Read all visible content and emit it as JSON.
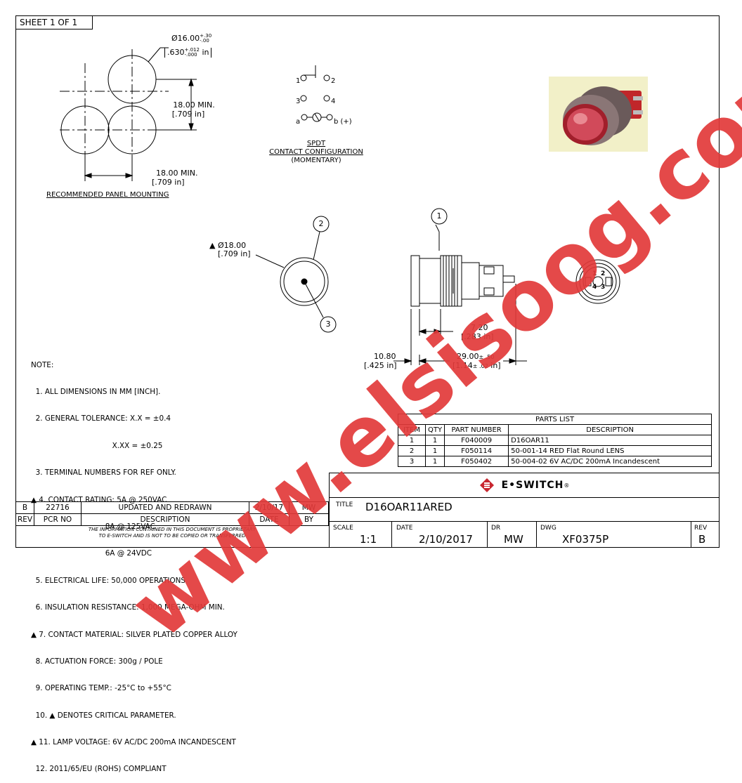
{
  "sheet": {
    "label": "SHEET 1 OF 1"
  },
  "panel_mounting": {
    "dia_main": "Ø16.00",
    "dia_tol_up": "+.30",
    "dia_tol_dn": "-.00",
    "dia_in": ".630",
    "dia_in_tol_up": "+.012",
    "dia_in_tol_dn": "-.000",
    "dia_in_unit": "in",
    "vert_mm": "18.00  MIN.",
    "vert_in": "[.709 in]",
    "horiz_mm": "18.00  MIN.",
    "horiz_in": "[.709 in]",
    "caption": "RECOMMENDED PANEL MOUNTING"
  },
  "contact": {
    "t1": "1",
    "t2": "2",
    "t3": "3",
    "t4": "4",
    "ta": "a",
    "tb": "b (+)",
    "title": "SPDT",
    "subtitle": "CONTACT CONFIGURATION",
    "note": "(MOMENTARY)"
  },
  "front_view": {
    "dia_mm": "▲  Ø18.00",
    "dia_in": "[.709 in]",
    "balloon_2": "2",
    "balloon_3": "3"
  },
  "side_view": {
    "balloon_1": "1",
    "dim_720": "7.20",
    "dim_720_in": "[.283 in]",
    "dim_1080": "10.80",
    "dim_1080_in": "[.425 in]",
    "dim_2900": "29.00",
    "dim_2900_tol": "± .50",
    "dim_2900_in": "[1.14",
    "dim_2900_in_tol": "± .02",
    "dim_2900_in_end": "in]"
  },
  "rear_view": {
    "n1": "1",
    "n2": "2",
    "n3": "3",
    "n4": "4"
  },
  "notes": [
    "NOTE:",
    "  1. ALL DIMENSIONS IN MM [INCH].",
    "  2. GENERAL TOLERANCE: X.X = ±0.4",
    "                                   X.XX = ±0.25",
    "  3. TERMINAL NUMBERS FOR REF ONLY.",
    "▲ 4. CONTACT RATING: 5A @ 250VAC",
    "                                8A @ 125VAC",
    "                                6A @ 24VDC",
    "  5. ELECTRICAL LIFE: 50,000 OPERATIONS",
    "  6. INSULATION RESISTANCE: 1,000 MEGA-OHM MIN.",
    "▲ 7. CONTACT MATERIAL: SILVER PLATED COPPER ALLOY",
    "  8. ACTUATION FORCE: 300g / POLE",
    "  9. OPERATING TEMP.: -25°C to +55°C",
    "  10. ▲ DENOTES CRITICAL PARAMETER.",
    "▲ 11. LAMP VOLTAGE: 6V AC/DC 200mA INCANDESCENT",
    "  12. 2011/65/EU (ROHS) COMPLIANT"
  ],
  "parts_list": {
    "title": "PARTS LIST",
    "headers": [
      "ITEM",
      "QTY",
      "PART NUMBER",
      "DESCRIPTION"
    ],
    "rows": [
      [
        "1",
        "1",
        "F040009",
        "D16OAR11"
      ],
      [
        "2",
        "1",
        "F050114",
        "50-001-14  RED Flat Round LENS"
      ],
      [
        "3",
        "1",
        "F050402",
        "50-004-02  6V AC/DC 200mA Incandescent"
      ]
    ]
  },
  "brand": {
    "name": "E•SWITCH",
    "reg": "®",
    "color": "#c8262f"
  },
  "title_block": {
    "title_label": "TITLE",
    "title": "D16OAR11ARED",
    "scale_label": "SCALE",
    "scale": "1:1",
    "date_label": "DATE",
    "date": "2/10/2017",
    "dr_label": "DR",
    "dr": "MW",
    "dwg_label": "DWG",
    "dwg": "XF0375P",
    "rev_label": "REV",
    "rev": "B"
  },
  "revision": {
    "row": [
      "B",
      "22716",
      "UPDATED  AND REDRAWN",
      "2/10/17",
      "MW"
    ],
    "headers": [
      "REV",
      "PCR NO",
      "DESCRIPTION",
      "DATE",
      "BY"
    ],
    "disclaimer_1": "THE INFORMATION CONTAINED IN THIS DOCUMENT IS PROPRIETARY",
    "disclaimer_2": "TO E-SWITCH AND IS NOT TO BE COPIED OR TRANSFERRED"
  },
  "watermark": {
    "text": "www.elsisoog.com",
    "color": "#e23a3a"
  }
}
